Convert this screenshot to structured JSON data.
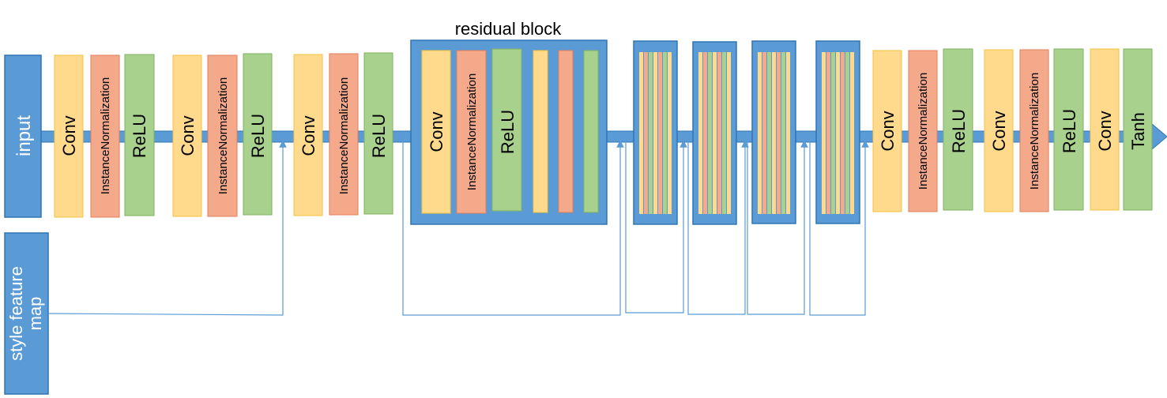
{
  "title": "residual block",
  "inputs": {
    "main": "input",
    "style_line1": "style feature",
    "style_line2": "map"
  },
  "labels": {
    "conv": "Conv",
    "norm": "InstanceNormalization",
    "relu": "ReLU",
    "tanh": "Tanh"
  },
  "colors": {
    "conv_fill": "#FFD98C",
    "conv_stroke": "#F5C242",
    "norm_fill": "#F4A98A",
    "norm_stroke": "#E07E5A",
    "relu_fill": "#A9D18E",
    "relu_stroke": "#7FB25E",
    "blue_fill": "#5B9BD5",
    "blue_stroke": "#2E75B6",
    "line": "#5B9BD5"
  }
}
